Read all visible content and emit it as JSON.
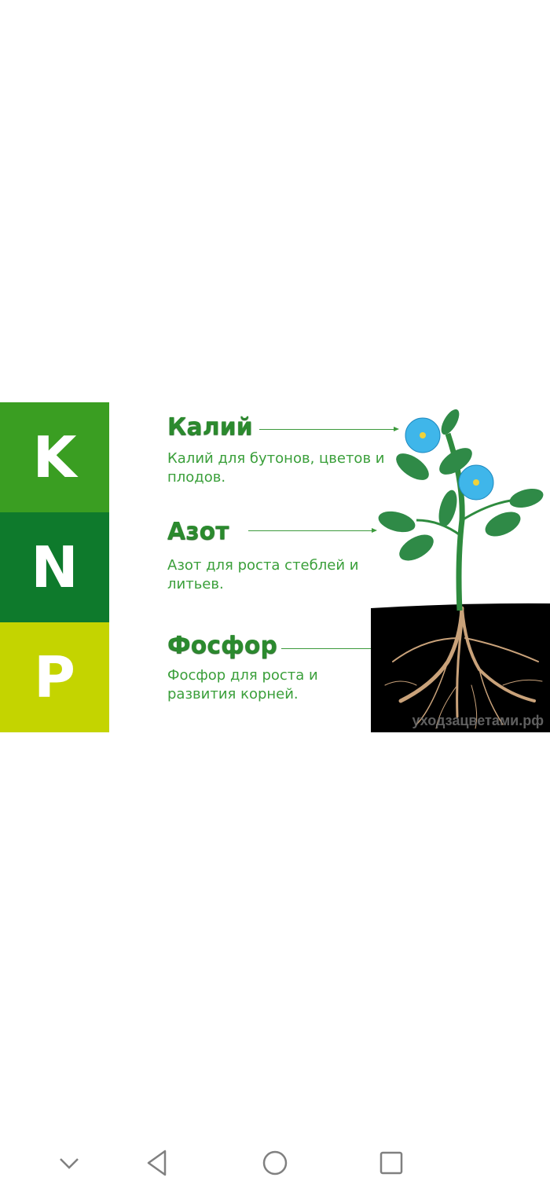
{
  "infographic": {
    "letters": [
      {
        "letter": "K",
        "color": "#3a9e22"
      },
      {
        "letter": "N",
        "color": "#0e7a2c"
      },
      {
        "letter": "P",
        "color": "#c4d400"
      }
    ],
    "items": [
      {
        "title": "Калий",
        "description": "Калий для бутонов, цветов и плодов."
      },
      {
        "title": "Азот",
        "description": "Азот для роста стеблей и литьев."
      },
      {
        "title": "Фосфор",
        "description": "Фосфор для роста и развития корней."
      }
    ],
    "watermark": "уходзацветами.рф"
  },
  "navbar": {
    "icons": [
      "chevron-down-icon",
      "back-icon",
      "home-icon",
      "recents-icon"
    ]
  }
}
